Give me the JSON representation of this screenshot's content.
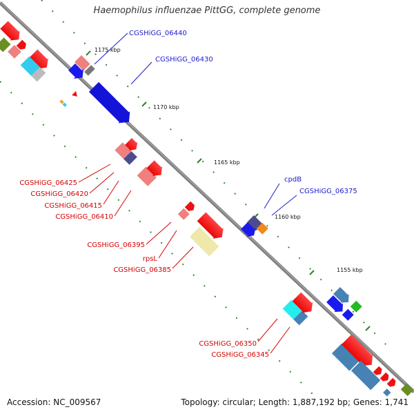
{
  "title": "Haemophilus influenzae PittGG, complete genome",
  "accession": "Accession: NC_009567",
  "summary": "Topology: circular; Length: 1,887,192 bp; Genes: 1,741",
  "ticks": [
    "1175 kbp",
    "1170 kbp",
    "1165 kbp",
    "1160 kbp",
    "1155 kbp"
  ],
  "labels": {
    "forward": [
      "CGSHiGG_06440",
      "CGSHiGG_06430",
      "cpdB",
      "CGSHiGG_06375"
    ],
    "reverse": [
      "CGSHiGG_06425",
      "CGSHiGG_06420",
      "CGSHiGG_06415",
      "CGSHiGG_06410",
      "CGSHiGG_06395",
      "rpsL",
      "CGSHiGG_06385",
      "CGSHiGG_06350",
      "CGSHiGG_06345"
    ]
  },
  "colors": {
    "forward_label": "#1a1acc",
    "reverse_label": "#d40000",
    "backbone": "#888888",
    "tick_marks": "#2e7d2e"
  }
}
